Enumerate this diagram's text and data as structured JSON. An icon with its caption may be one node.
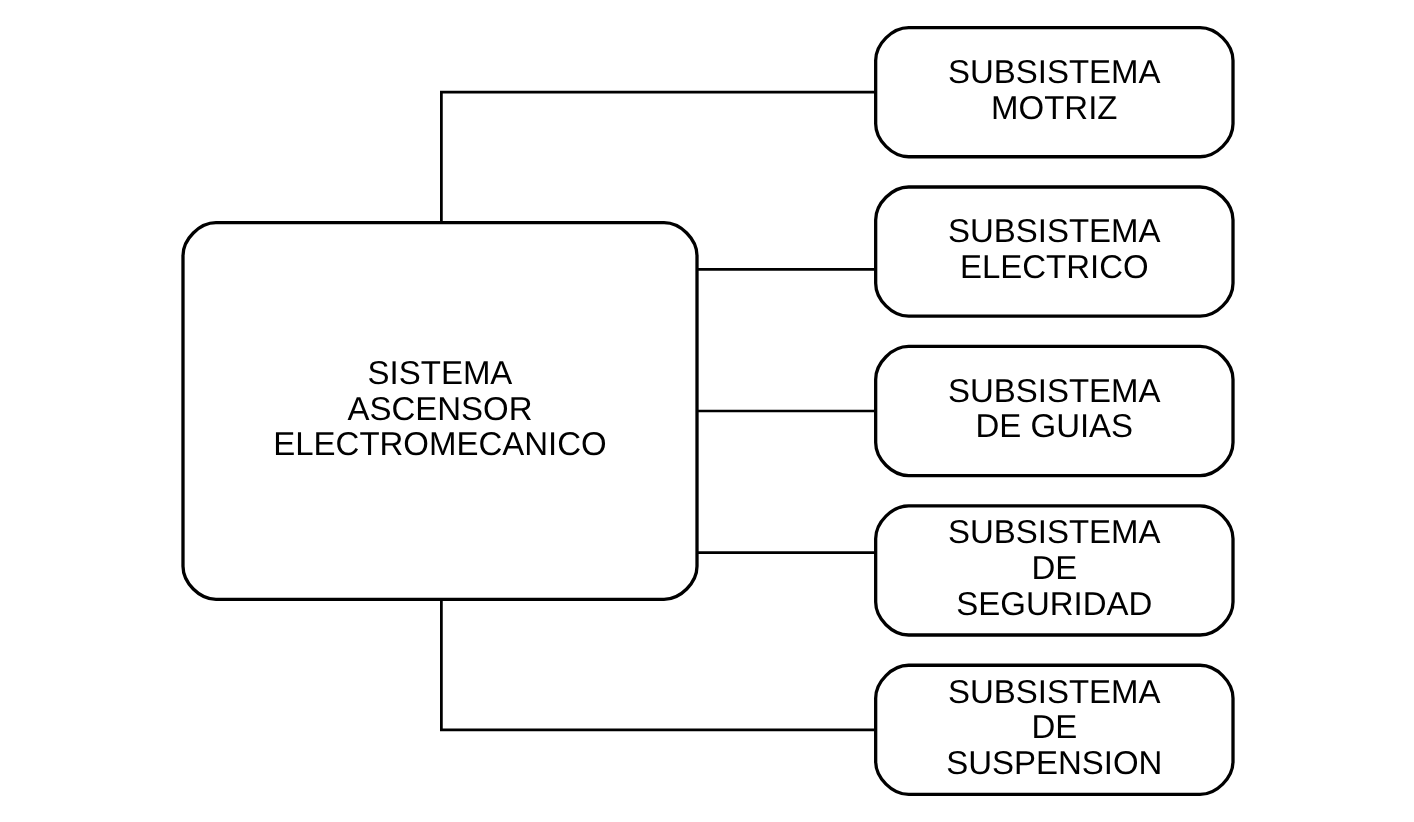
{
  "diagram": {
    "nodes": [
      {
        "text": [
          "SISTEMA ASCENSOR ELECTROMECANICO"
        ]
      },
      {
        "text": [
          "SUBSISTEMA MOTRIZ"
        ]
      },
      {
        "text": [
          "SUBSISTEMA ELECTRICO"
        ]
      },
      {
        "text": [
          "SUBSISTEMA DE GUIAS"
        ]
      },
      {
        "text": [
          "SUBSISTEMA DE SEGURIDAD"
        ]
      },
      {
        "text": [
          "SUBSISTEMA DE SUSPENSION"
        ]
      }
    ],
    "edges": [
      {
        "from": 0,
        "to": 1,
        "arrow": "none"
      },
      {
        "from": 0,
        "to": 2,
        "arrow": "none"
      },
      {
        "from": 0,
        "to": 3,
        "arrow": "none"
      },
      {
        "from": 0,
        "to": 4,
        "arrow": "none"
      },
      {
        "from": 0,
        "to": 5,
        "arrow": "none"
      }
    ]
  }
}
